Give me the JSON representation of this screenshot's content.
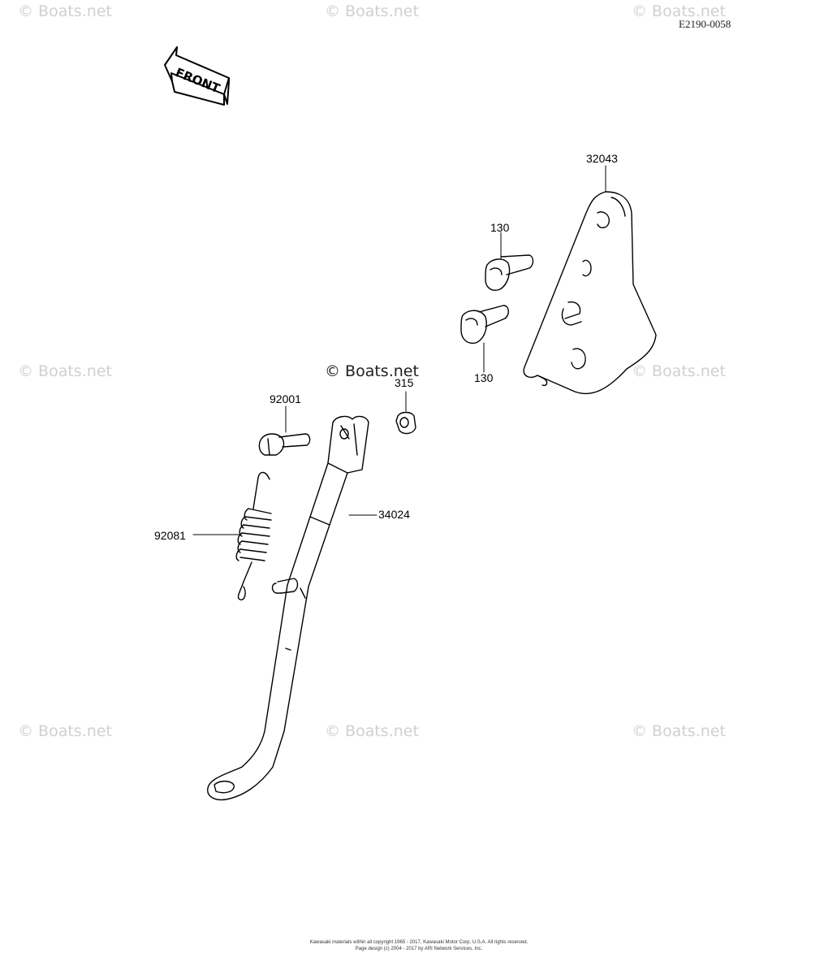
{
  "diagram_code": "E2190-0058",
  "front_label": "FRONT",
  "watermark": "© Boats.net",
  "parts": {
    "bracket": "32043",
    "bolt_upper": "130",
    "bolt_lower": "130",
    "nut": "315",
    "pivot_bolt": "92001",
    "spring": "92081",
    "side_stand": "34024"
  },
  "footer": {
    "line1": "Kawasaki materials within all copyright 1965 - 2017, Kawasaki Motor Corp, U.S.A.  All rights reserved.",
    "line2": "Page design (c) 2004 - 2017 by ARI Network Services, Inc."
  }
}
